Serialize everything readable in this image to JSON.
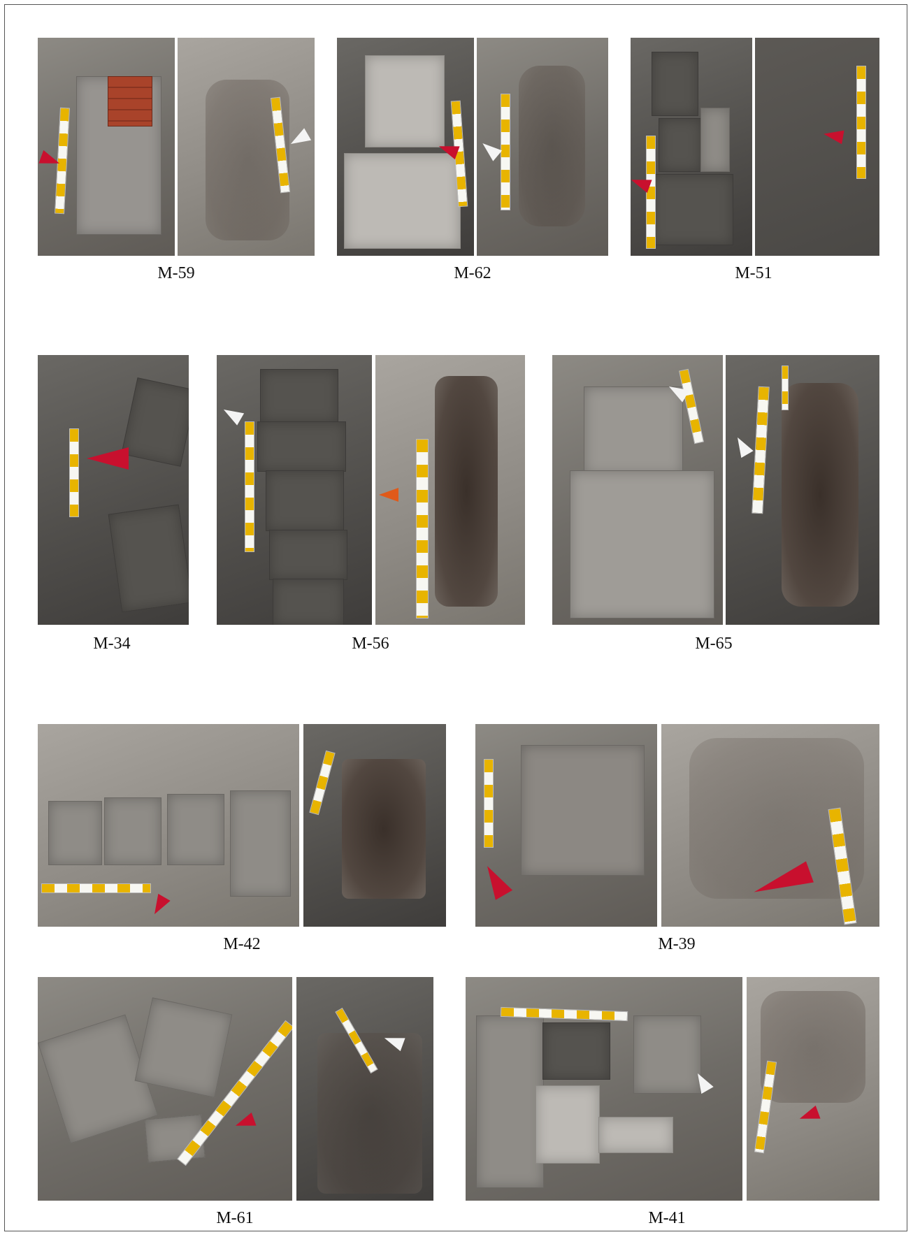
{
  "figure": {
    "labels": [
      "M-59",
      "M-62",
      "M-51",
      "M-34",
      "M-56",
      "M-65",
      "M-42",
      "M-39",
      "M-61",
      "M-41"
    ]
  }
}
